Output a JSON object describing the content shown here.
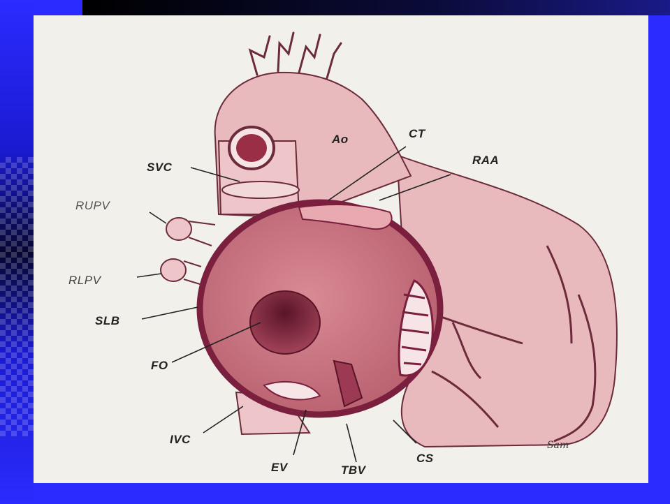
{
  "slide": {
    "colors": {
      "background": "#2b2bff",
      "paper": "#f2f0ea",
      "heart": "#e8b9bd",
      "atrium": "#c8737f",
      "rim": "#7a1f3d"
    }
  },
  "diagram": {
    "labels": {
      "ao": "Ao",
      "ct": "CT",
      "svc": "SVC",
      "raa": "RAA",
      "rupv": "RUPV",
      "rlpv": "RLPV",
      "slb": "SLB",
      "fo": "FO",
      "ivc": "IVC",
      "ev": "EV",
      "tbv": "TBV",
      "cs": "CS"
    },
    "signature": "Sam"
  }
}
